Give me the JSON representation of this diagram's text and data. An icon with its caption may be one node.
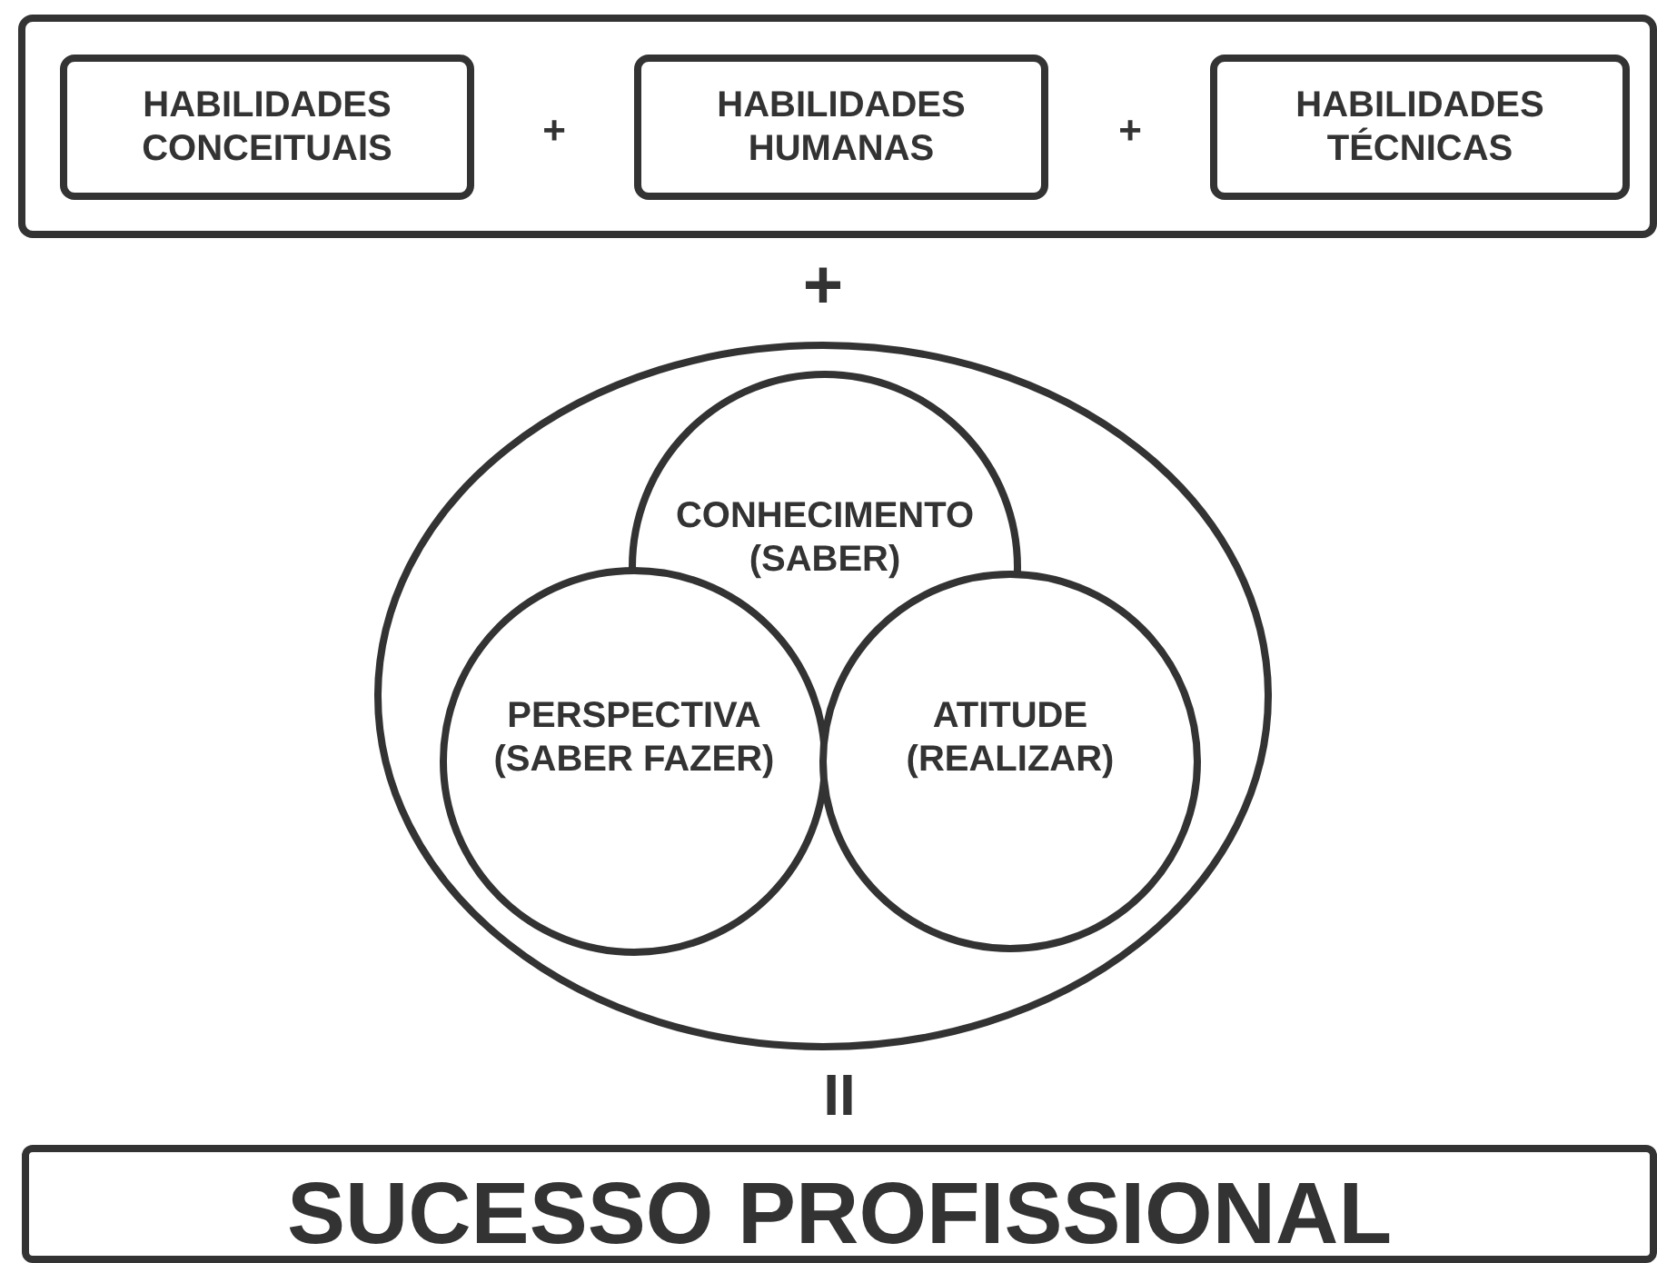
{
  "diagram": {
    "nodes": [
      {
        "text": [],
        "shape": "box"
      },
      {
        "text": [
          "HABILIDADES CONCEITUAIS"
        ],
        "in": 0
      },
      {
        "text": [
          "HABILIDADES HUMANAS"
        ],
        "in": 0
      },
      {
        "text": [
          "HABILIDADES TÉCNICAS"
        ],
        "in": 0
      },
      {
        "text": [],
        "shape": "ellipse"
      },
      {
        "text": [
          "CONHECIMENTO (SABER)"
        ],
        "in": 4
      },
      {
        "text": [
          "PERSPECTIVA (SABER FAZER)"
        ],
        "in": 4
      },
      {
        "text": [
          "ATITUDE (REALIZAR)"
        ],
        "in": 4
      },
      {
        "text": [
          "SUCESSO PROFISSIONAL"
        ]
      }
    ],
    "labels": [
      "+",
      "+",
      "+",
      "II"
    ]
  }
}
